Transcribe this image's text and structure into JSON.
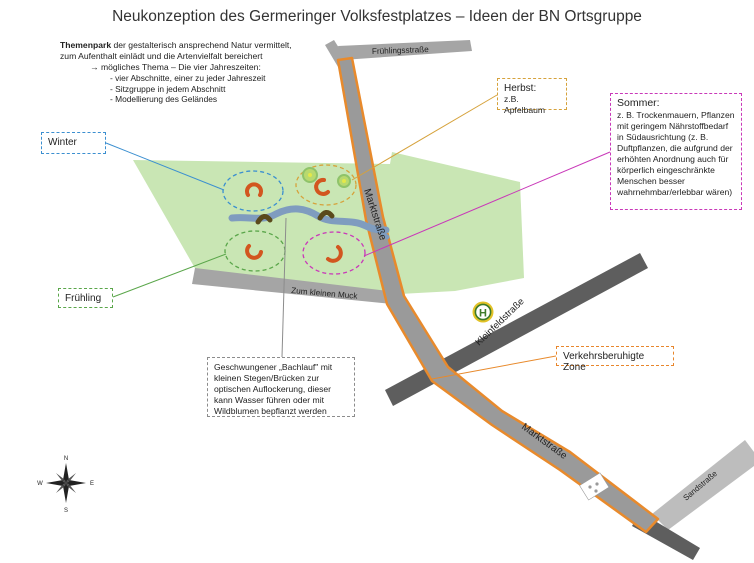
{
  "title": "Neukonzeption des Germeringer Volksfestplatzes – Ideen der BN Ortsgruppe",
  "intro": {
    "bold": "Themenpark",
    "text": " der gestalterisch ansprechend Natur vermittelt, zum Aufenthalt einlädt und die Artenvielfalt bereichert",
    "theme": "→ mögliches Thema – Die vier Jahreszeiten:",
    "bullets": [
      "- vier Abschnitte, einer zu jeder Jahreszeit",
      "- Sitzgruppe in jedem Abschnitt",
      "- Modellierung des Geländes"
    ]
  },
  "labels": {
    "winter": "Winter",
    "fruehling": "Frühling",
    "herbst_title": "Herbst:",
    "herbst_text": "z.B. Apfelbaum",
    "sommer_title": "Sommer:",
    "sommer_text": "z. B. Trockenmauern, Pflanzen mit geringem Nährstoffbedarf in Südausrichtung (z. B. Duftpflanzen, die aufgrund der erhöhten Anordnung auch für körperlich eingeschränkte Menschen besser wahrnehmbar/erlebbar wären)",
    "bachlauf": "Geschwungener „Bachlauf\" mit kleinen Stegen/Brücken zur optischen Auflockerung, dieser kann Wasser führen oder mit Wildblumen bepflanzt werden",
    "zone": "Verkehrsberuhigte Zone"
  },
  "streets": {
    "fruehlingsstrasse": "Frühlingsstraße",
    "marktstrasse": "Marktstraße",
    "kleinfeldstrasse": "Kleinfeldstraße",
    "sandstrasse": "Sandstraße",
    "zum_kleinen_muck": "Zum kleinen Muck"
  },
  "compass": {
    "n": "N",
    "s": "S",
    "e": "E",
    "w": "W"
  },
  "bus_stop": "H",
  "colors": {
    "park": "#c9e6b4",
    "road": "#9a9a9a",
    "road_dark": "#5e5e5e",
    "road_outline": "#e88a2c",
    "stream": "#7f9cbf",
    "winter": "#3b8fd0",
    "fruehling": "#5aa64a",
    "herbst": "#d6a23b",
    "sommer": "#c938b9",
    "seat": "#d2561f",
    "bus": "#e2c227"
  }
}
